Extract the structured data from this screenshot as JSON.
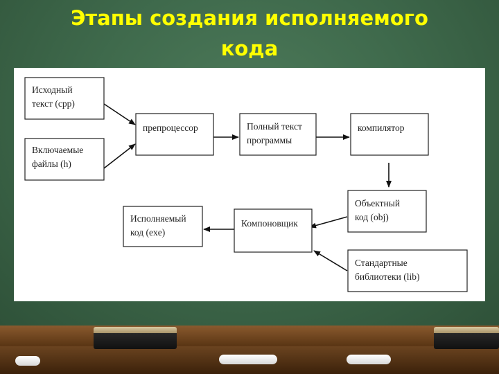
{
  "title": {
    "line1": "Этапы создания исполняемого",
    "line2": "кода"
  },
  "nodes": {
    "source": {
      "line1": "Исходный",
      "line2": "текст (cpp)"
    },
    "headers": {
      "line1": "Включаемые",
      "line2": "файлы (h)"
    },
    "preprocessor": {
      "line1": "препроцессор"
    },
    "fulltext": {
      "line1": "Полный текст",
      "line2": "программы"
    },
    "compiler": {
      "line1": "компилятор"
    },
    "object": {
      "line1": "Объектный",
      "line2": "код  (obj)"
    },
    "stdlib": {
      "line1": "Стандартные",
      "line2": "библиотеки (lib)"
    },
    "linker": {
      "line1": "Компоновщик"
    },
    "exe": {
      "line1": "Исполняемый",
      "line2": "код  (exe)"
    }
  },
  "edges": [
    [
      "source",
      "preprocessor"
    ],
    [
      "headers",
      "preprocessor"
    ],
    [
      "preprocessor",
      "fulltext"
    ],
    [
      "fulltext",
      "compiler"
    ],
    [
      "compiler",
      "object"
    ],
    [
      "object",
      "linker"
    ],
    [
      "stdlib",
      "linker"
    ],
    [
      "linker",
      "exe"
    ]
  ]
}
